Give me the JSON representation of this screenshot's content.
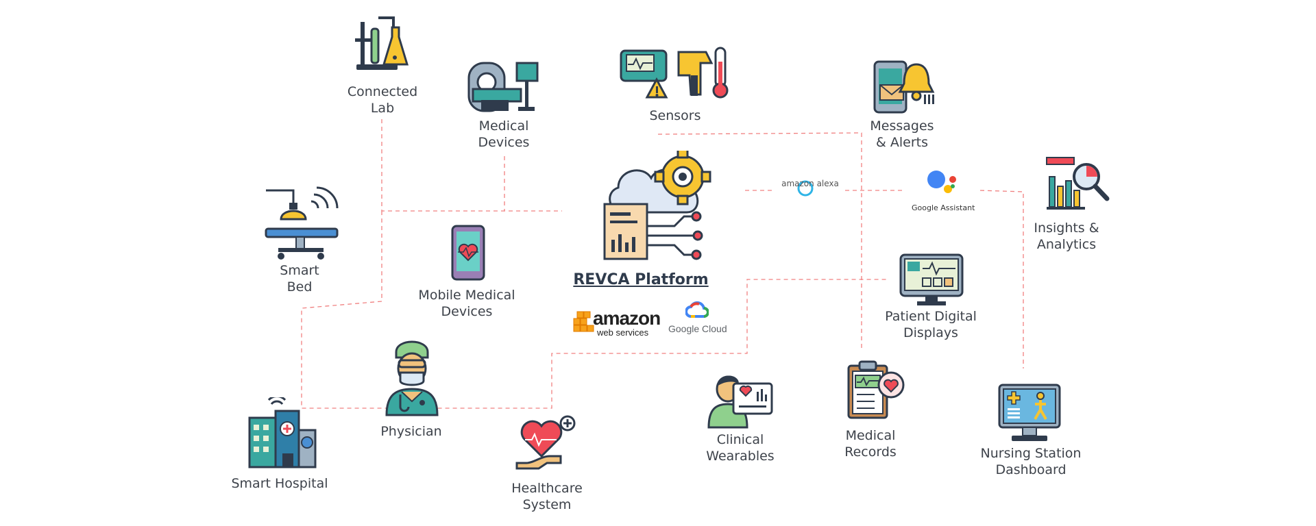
{
  "center": {
    "title": "REVCA Platform",
    "cloud_providers": [
      "amazon",
      "web services",
      "Google Cloud"
    ]
  },
  "voice_assistants": [
    "amazon alexa",
    "Google Assistant"
  ],
  "nodes": [
    {
      "id": "connected-lab",
      "label1": "Connected",
      "label2": "Lab"
    },
    {
      "id": "medical-devices",
      "label1": "Medical",
      "label2": "Devices"
    },
    {
      "id": "sensors",
      "label1": "Sensors",
      "label2": ""
    },
    {
      "id": "messages-alerts",
      "label1": "Messages",
      "label2": "& Alerts"
    },
    {
      "id": "insights-analytics",
      "label1": "Insights &",
      "label2": "Analytics"
    },
    {
      "id": "smart-bed",
      "label1": "Smart",
      "label2": "Bed"
    },
    {
      "id": "mobile-medical-devices",
      "label1": "Mobile Medical",
      "label2": "Devices"
    },
    {
      "id": "patient-digital-displays",
      "label1": "Patient Digital",
      "label2": "Displays"
    },
    {
      "id": "physician",
      "label1": "Physician",
      "label2": ""
    },
    {
      "id": "smart-hospital",
      "label1": "Smart Hospital",
      "label2": ""
    },
    {
      "id": "healthcare-system",
      "label1": "Healthcare",
      "label2": "System"
    },
    {
      "id": "clinical-wearables",
      "label1": "Clinical",
      "label2": "Wearables"
    },
    {
      "id": "medical-records",
      "label1": "Medical",
      "label2": "Records"
    },
    {
      "id": "nursing-station-dashboard",
      "label1": "Nursing Station",
      "label2": "Dashboard"
    }
  ],
  "icons": [
    "lab-flask-icon",
    "mri-scanner-icon",
    "sensor-monitor-icon",
    "thermometer-icon",
    "phone-alert-icon",
    "bell-icon",
    "analytics-chart-icon",
    "surgical-bed-icon",
    "smartphone-heart-icon",
    "patient-monitor-icon",
    "doctor-icon",
    "hospital-building-icon",
    "heart-hand-icon",
    "wearable-person-icon",
    "clipboard-heart-icon",
    "nursing-dashboard-icon",
    "cloud-gear-icon",
    "alexa-icon",
    "google-assistant-icon",
    "aws-logo-icon",
    "google-cloud-icon"
  ],
  "colors": {
    "connector": "#f08080",
    "teal": "#3aa8a0",
    "yellow": "#f7c531",
    "red": "#ef4b57",
    "navy": "#2f3b4c"
  }
}
